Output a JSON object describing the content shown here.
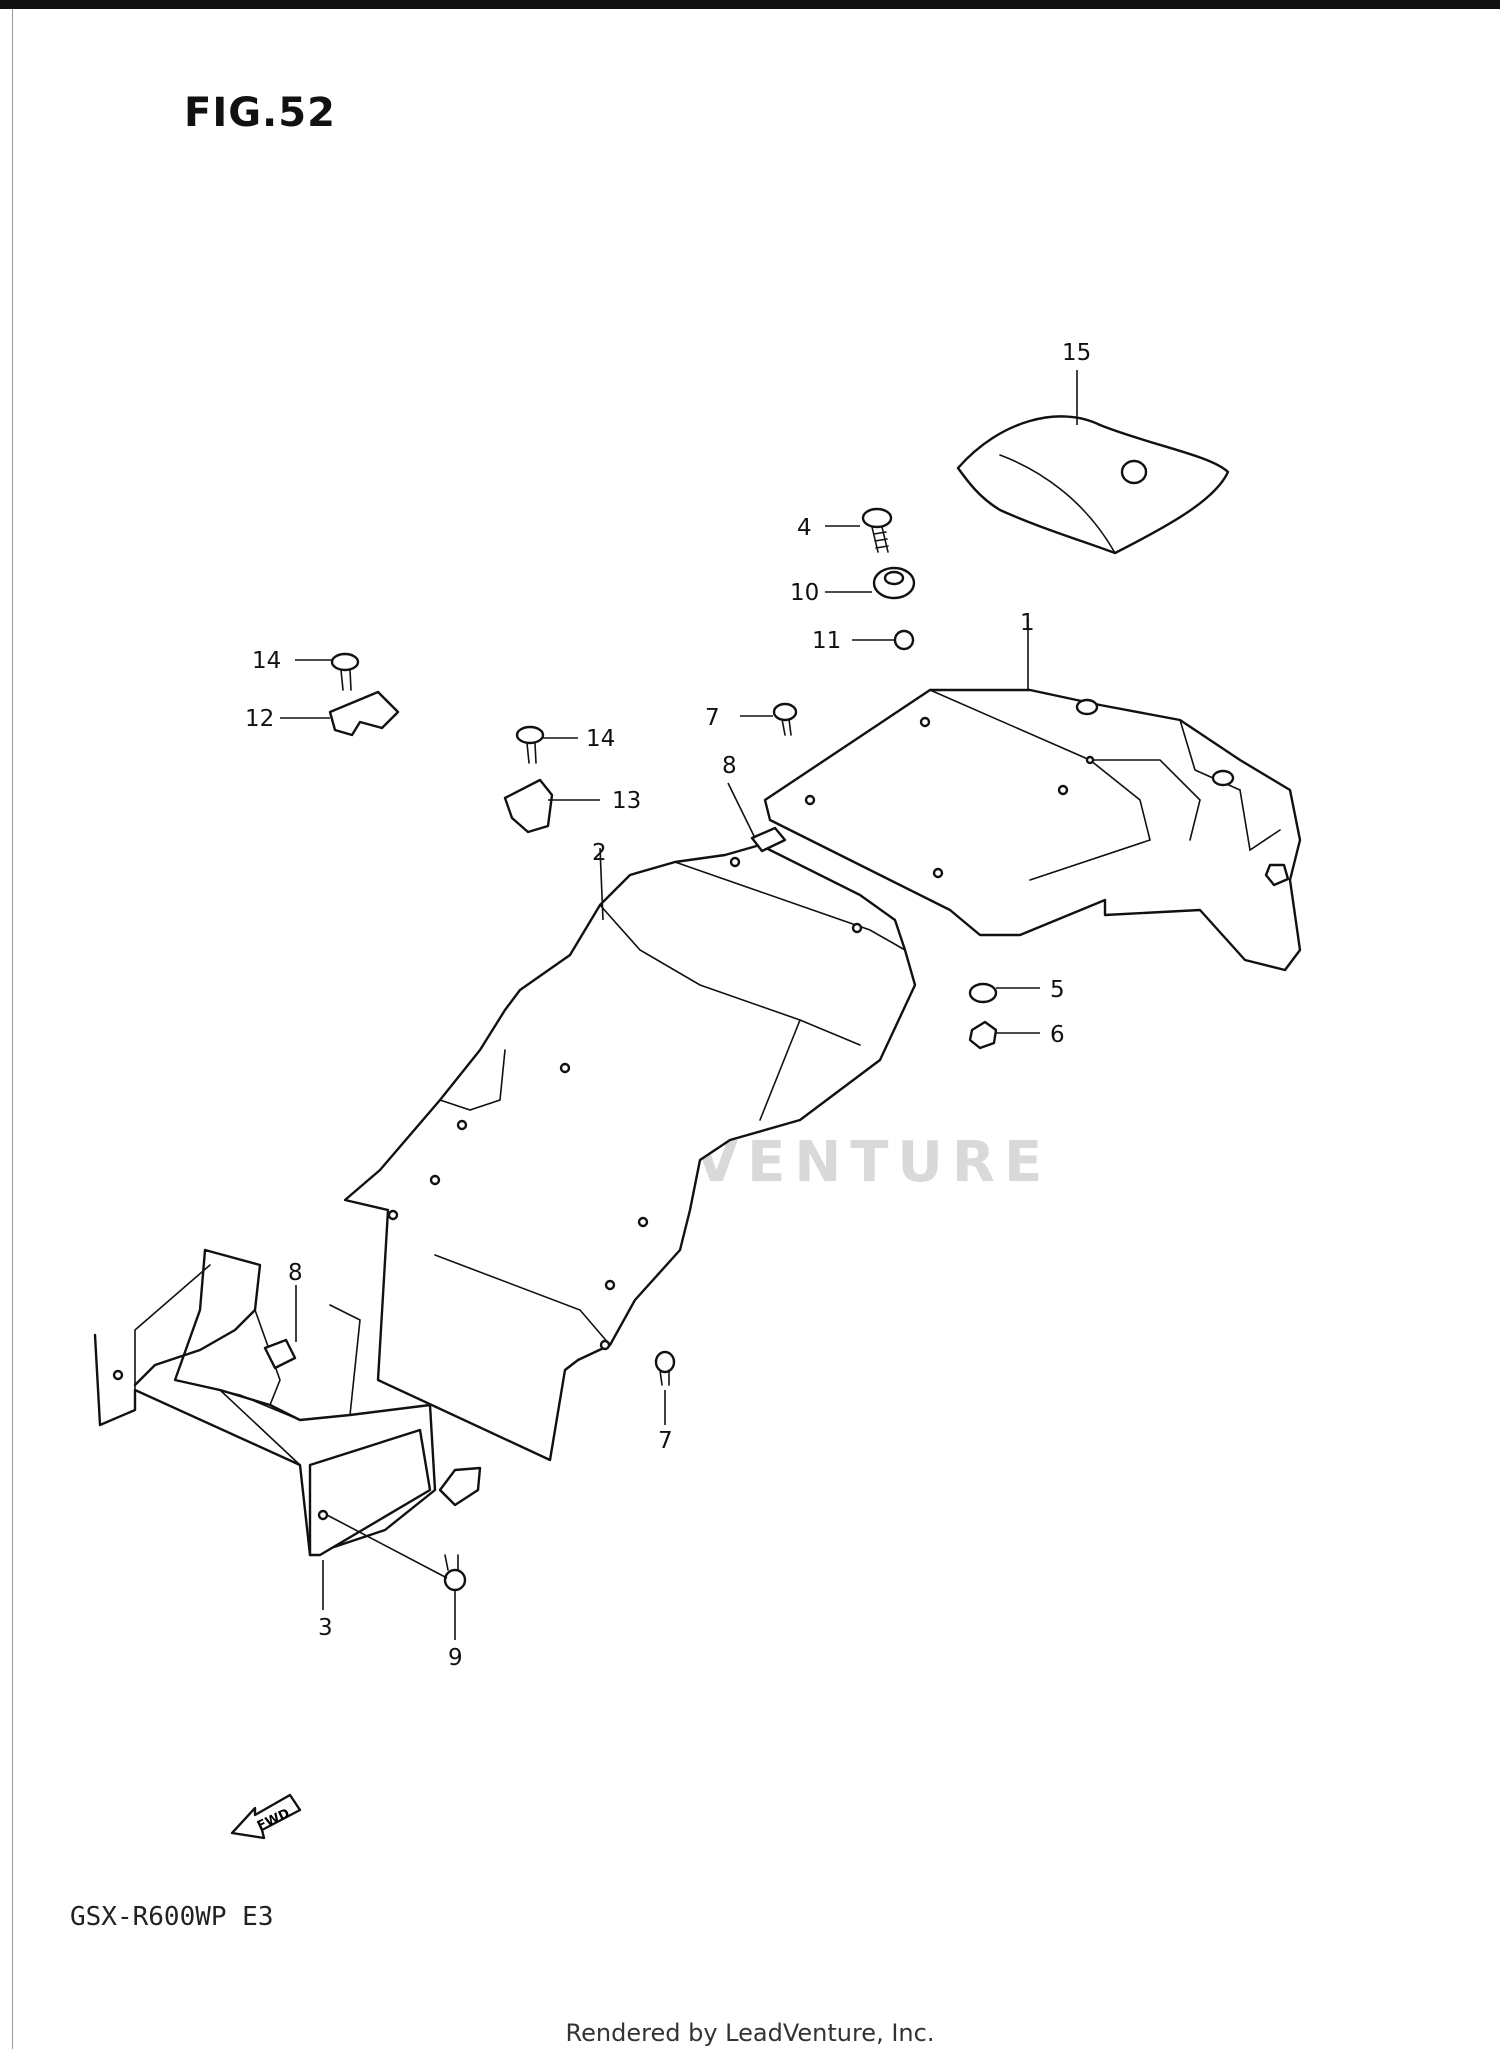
{
  "figure": {
    "title": "FIG.52",
    "model_code": "GSX-R600WP  E3",
    "footer": "Rendered by LeadVenture, Inc.",
    "watermark": "LEADVENTURE"
  },
  "fwd_indicator": {
    "label": "FWD"
  },
  "callouts": [
    "1",
    "2",
    "3",
    "4",
    "5",
    "6",
    "7",
    "8",
    "9",
    "10",
    "11",
    "12",
    "13",
    "14",
    "15"
  ],
  "colors": {
    "ink": "#111111",
    "watermark": "#d9d9d9",
    "top_bar": "#111111"
  }
}
